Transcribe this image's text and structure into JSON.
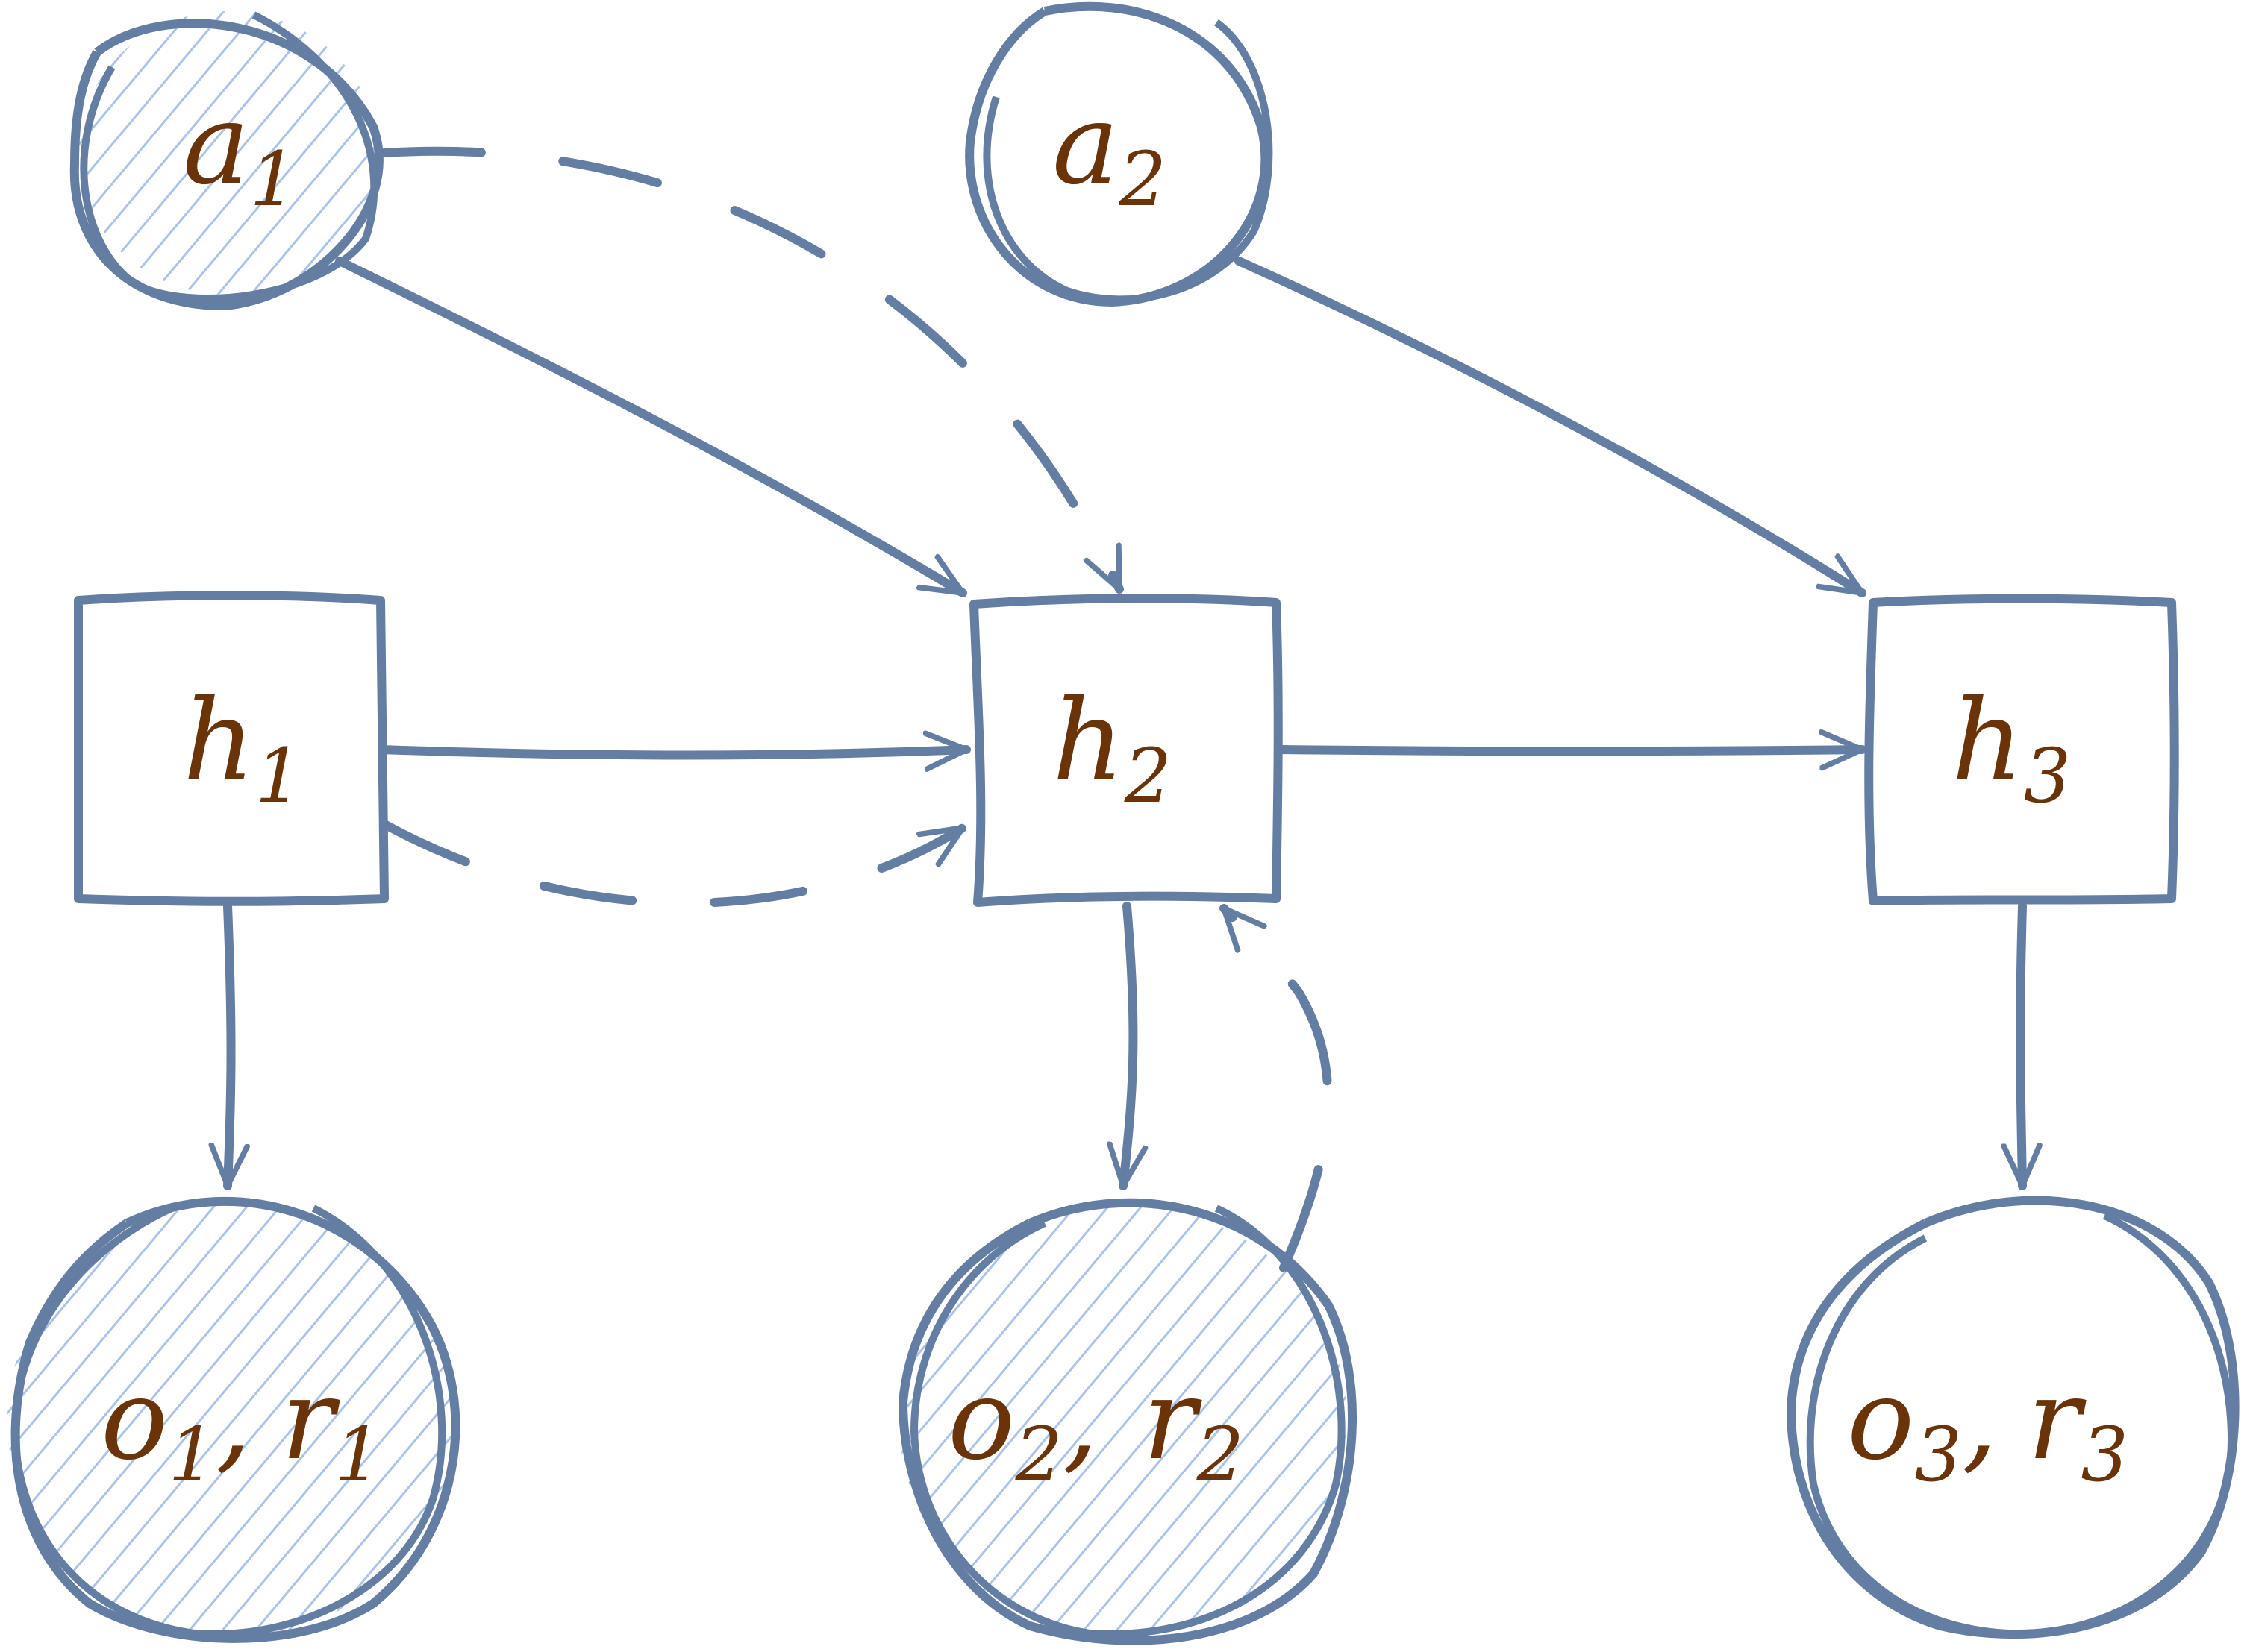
{
  "diagram": {
    "nodes": {
      "a1": {
        "label": "a",
        "sub": "1",
        "shape": "circle",
        "shaded": true
      },
      "a2": {
        "label": "a",
        "sub": "2",
        "shape": "circle",
        "shaded": false
      },
      "h1": {
        "label": "h",
        "sub": "1",
        "shape": "square"
      },
      "h2": {
        "label": "h",
        "sub": "2",
        "shape": "square"
      },
      "h3": {
        "label": "h",
        "sub": "3",
        "shape": "square"
      },
      "or1": {
        "o": "o",
        "o_sub": "1",
        "sep": ",",
        "r": "r",
        "r_sub": "1",
        "shape": "circle",
        "shaded": true
      },
      "or2": {
        "o": "o",
        "o_sub": "2",
        "sep": ",",
        "r": "r",
        "r_sub": "2",
        "shape": "circle",
        "shaded": true
      },
      "or3": {
        "o": "o",
        "o_sub": "3",
        "sep": ",",
        "r": "r",
        "r_sub": "3",
        "shape": "circle",
        "shaded": false
      }
    },
    "edges": [
      {
        "from": "a1",
        "to": "h2",
        "style": "solid"
      },
      {
        "from": "a1",
        "to": "h2",
        "style": "dashed"
      },
      {
        "from": "a2",
        "to": "h3",
        "style": "solid"
      },
      {
        "from": "h1",
        "to": "h2",
        "style": "solid"
      },
      {
        "from": "h1",
        "to": "h2",
        "style": "dashed"
      },
      {
        "from": "h2",
        "to": "h3",
        "style": "solid"
      },
      {
        "from": "h1",
        "to": "or1",
        "style": "solid"
      },
      {
        "from": "h2",
        "to": "or2",
        "style": "solid"
      },
      {
        "from": "or2",
        "to": "h2",
        "style": "dashed"
      },
      {
        "from": "h3",
        "to": "or3",
        "style": "solid"
      }
    ],
    "colors": {
      "stroke": "#647ea3",
      "hatch": "#a9c4e8",
      "label": "#6b3408",
      "background": "#ffffff"
    }
  }
}
